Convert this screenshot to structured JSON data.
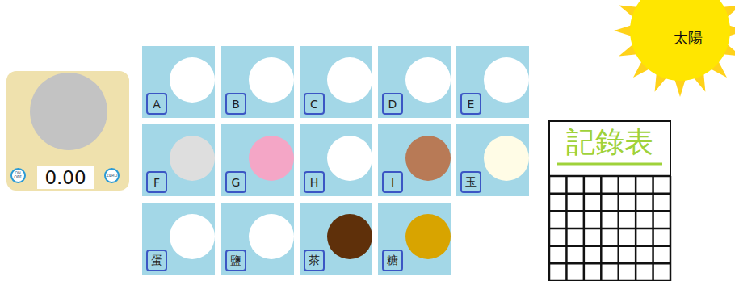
{
  "diagram": {
    "nodes": [
      {
        "text": [
          "ON OFF"
        ]
      },
      {
        "text": [
          "0.00"
        ]
      },
      {
        "text": [
          "ZERO"
        ]
      },
      {
        "text": [
          "A"
        ]
      },
      {
        "text": [
          "B"
        ]
      },
      {
        "text": [
          "C"
        ]
      },
      {
        "text": [
          "D"
        ]
      },
      {
        "text": [
          "E"
        ]
      },
      {
        "text": [
          "F"
        ]
      },
      {
        "text": [
          "G"
        ]
      },
      {
        "text": [
          "H"
        ]
      },
      {
        "text": [
          "I"
        ]
      },
      {
        "text": [
          "玉"
        ]
      },
      {
        "text": [
          "蛋"
        ]
      },
      {
        "text": [
          "鹽"
        ]
      },
      {
        "text": [
          "茶"
        ]
      },
      {
        "text": [
          "糖"
        ]
      },
      {
        "text": [
          "太陽"
        ]
      },
      {
        "text": [
          "記錄表"
        ]
      }
    ]
  }
}
